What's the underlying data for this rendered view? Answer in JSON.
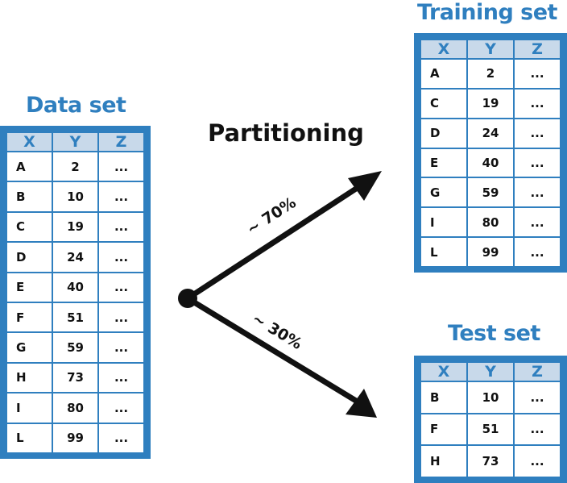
{
  "dataset": {
    "title": "Data set",
    "headers": [
      "X",
      "Y",
      "Z"
    ],
    "rows": [
      [
        "A",
        "2",
        "..."
      ],
      [
        "B",
        "10",
        "..."
      ],
      [
        "C",
        "19",
        "..."
      ],
      [
        "D",
        "24",
        "..."
      ],
      [
        "E",
        "40",
        "..."
      ],
      [
        "F",
        "51",
        "..."
      ],
      [
        "G",
        "59",
        "..."
      ],
      [
        "H",
        "73",
        "..."
      ],
      [
        "I",
        "80",
        "..."
      ],
      [
        "L",
        "99",
        "..."
      ]
    ]
  },
  "partition": {
    "title": "Partitioning",
    "train_pct": "~ 70%",
    "test_pct": "~ 30%"
  },
  "training": {
    "title": "Training set",
    "headers": [
      "X",
      "Y",
      "Z"
    ],
    "rows": [
      [
        "A",
        "2",
        "..."
      ],
      [
        "C",
        "19",
        "..."
      ],
      [
        "D",
        "24",
        "..."
      ],
      [
        "E",
        "40",
        "..."
      ],
      [
        "G",
        "59",
        "..."
      ],
      [
        "I",
        "80",
        "..."
      ],
      [
        "L",
        "99",
        "..."
      ]
    ]
  },
  "test": {
    "title": "Test set",
    "headers": [
      "X",
      "Y",
      "Z"
    ],
    "rows": [
      [
        "B",
        "10",
        "..."
      ],
      [
        "F",
        "51",
        "..."
      ],
      [
        "H",
        "73",
        "..."
      ]
    ]
  },
  "colors": {
    "table_blue": "#2f7fbf",
    "header_fill": "#c8d9ea",
    "arrow": "#111111"
  }
}
